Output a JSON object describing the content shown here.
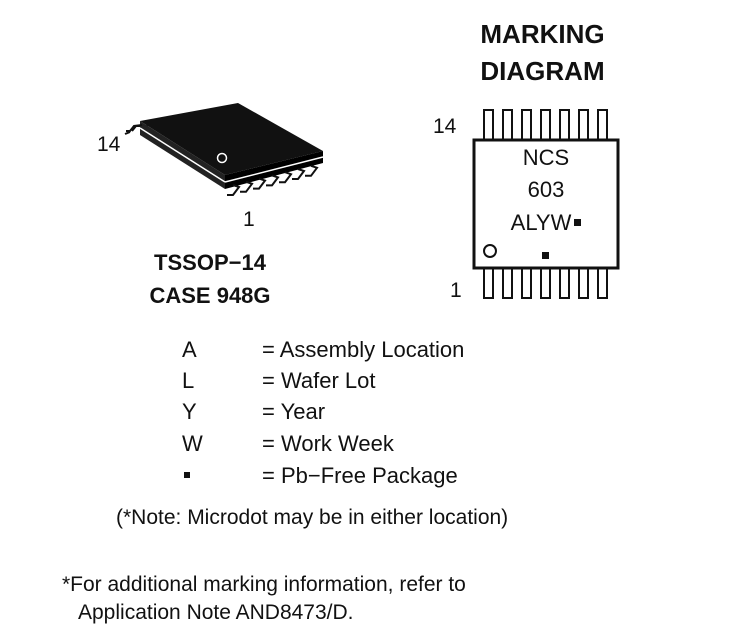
{
  "package": {
    "pin_top": "14",
    "pin_bottom": "1",
    "name": "TSSOP−14",
    "case": "CASE 948G"
  },
  "marking": {
    "title_line1": "MARKING",
    "title_line2": "DIAGRAM",
    "pin_top": "14",
    "pin_bottom": "1",
    "line1": "NCS",
    "line2": "603",
    "line3": "ALYW"
  },
  "legend": [
    {
      "key": "A",
      "desc": "= Assembly Location"
    },
    {
      "key": "L",
      "desc": "= Wafer Lot"
    },
    {
      "key": "Y",
      "desc": "= Year"
    },
    {
      "key": "W",
      "desc": "= Work Week"
    },
    {
      "key": "",
      "desc": "= Pb−Free Package",
      "key_is_square": true
    }
  ],
  "note": "(*Note: Microdot may be in either location)",
  "footnote": {
    "line1": "*For additional marking information, refer to",
    "line2": "Application Note AND8473/D."
  }
}
